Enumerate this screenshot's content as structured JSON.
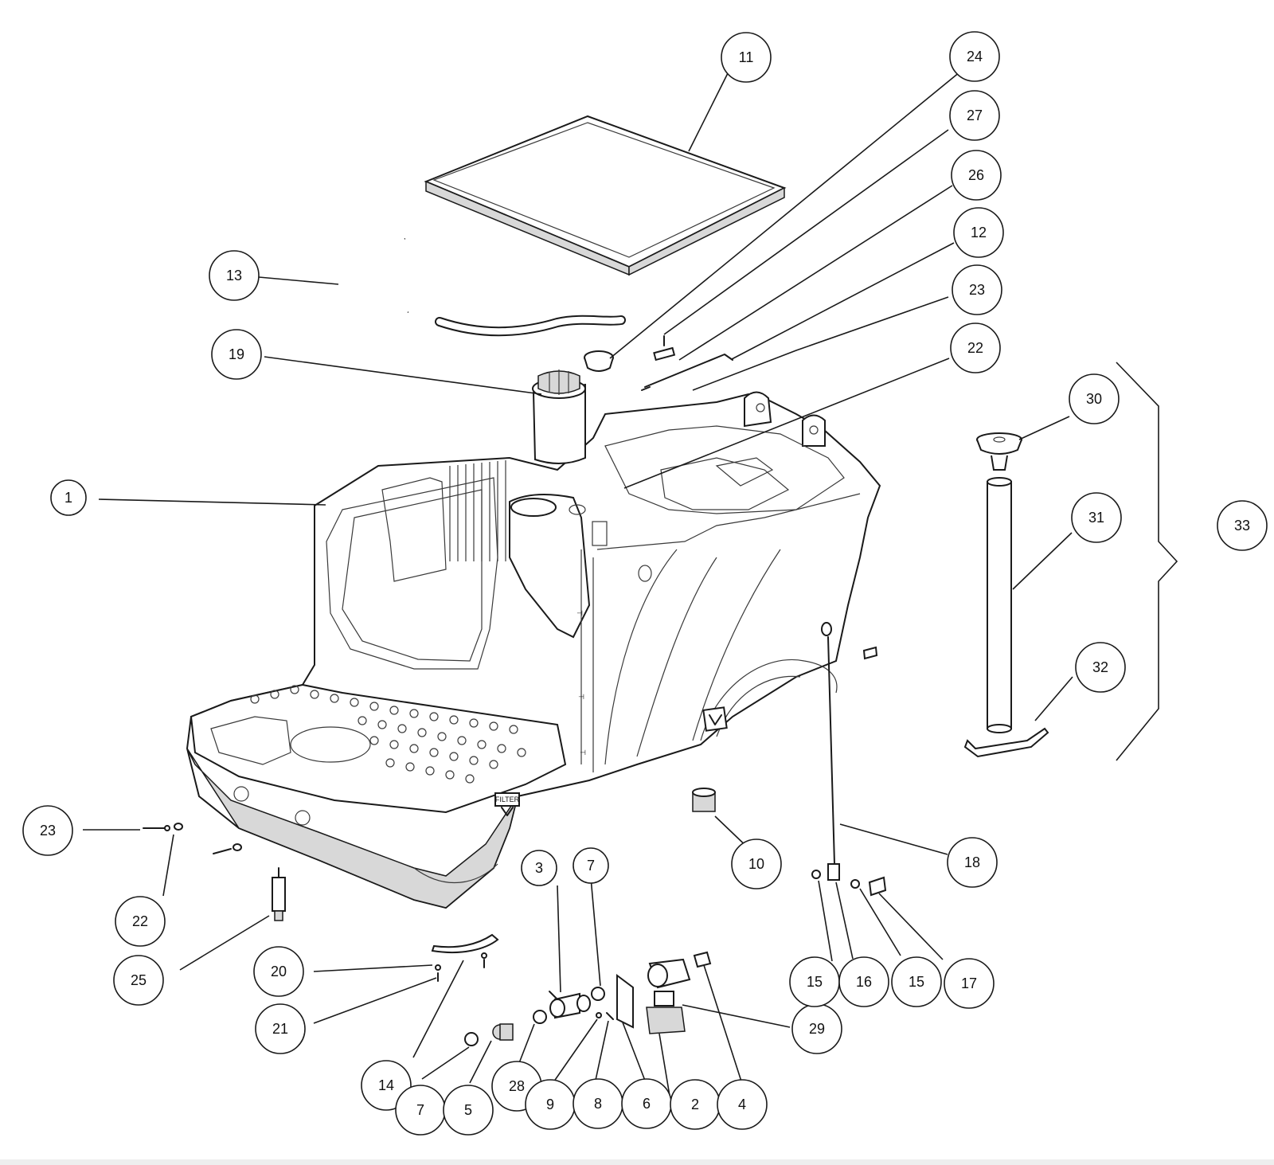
{
  "diagram": {
    "callouts": [
      {
        "id": "c11",
        "label": "11"
      },
      {
        "id": "c24",
        "label": "24"
      },
      {
        "id": "c27",
        "label": "27"
      },
      {
        "id": "c26",
        "label": "26"
      },
      {
        "id": "c12",
        "label": "12"
      },
      {
        "id": "c23a",
        "label": "23"
      },
      {
        "id": "c22a",
        "label": "22"
      },
      {
        "id": "c13",
        "label": "13"
      },
      {
        "id": "c19",
        "label": "19"
      },
      {
        "id": "c1",
        "label": "1"
      },
      {
        "id": "c30",
        "label": "30"
      },
      {
        "id": "c31",
        "label": "31"
      },
      {
        "id": "c33",
        "label": "33"
      },
      {
        "id": "c32",
        "label": "32"
      },
      {
        "id": "c23b",
        "label": "23"
      },
      {
        "id": "c22b",
        "label": "22"
      },
      {
        "id": "c25",
        "label": "25"
      },
      {
        "id": "c10",
        "label": "10"
      },
      {
        "id": "c18",
        "label": "18"
      },
      {
        "id": "c3",
        "label": "3"
      },
      {
        "id": "c7a",
        "label": "7"
      },
      {
        "id": "c20",
        "label": "20"
      },
      {
        "id": "c21",
        "label": "21"
      },
      {
        "id": "c29",
        "label": "29"
      },
      {
        "id": "c15a",
        "label": "15"
      },
      {
        "id": "c16",
        "label": "16"
      },
      {
        "id": "c15b",
        "label": "15"
      },
      {
        "id": "c17",
        "label": "17"
      },
      {
        "id": "c14",
        "label": "14"
      },
      {
        "id": "c7b",
        "label": "7"
      },
      {
        "id": "c5",
        "label": "5"
      },
      {
        "id": "c28",
        "label": "28"
      },
      {
        "id": "c9",
        "label": "9"
      },
      {
        "id": "c8",
        "label": "8"
      },
      {
        "id": "c6",
        "label": "6"
      },
      {
        "id": "c2",
        "label": "2"
      },
      {
        "id": "c4",
        "label": "4"
      }
    ],
    "decals": {
      "filter": "FILTER"
    }
  }
}
